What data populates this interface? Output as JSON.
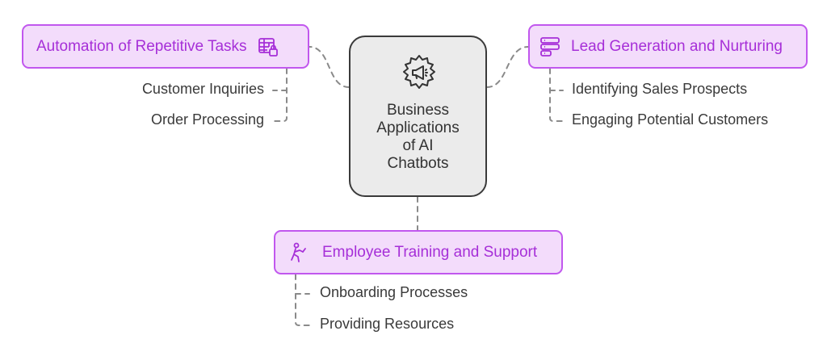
{
  "center": {
    "title_lines": [
      "Business",
      "Applications",
      "of AI",
      "Chatbots"
    ],
    "icon": "gear-megaphone-icon"
  },
  "topics": {
    "automation": {
      "label": "Automation of Repetitive Tasks",
      "icon": "table-lock-icon",
      "items": [
        "Customer Inquiries",
        "Order Processing"
      ]
    },
    "lead": {
      "label": "Lead Generation and Nurturing",
      "icon": "stacked-list-icon",
      "items": [
        "Identifying Sales Prospects",
        "Engaging Potential Customers"
      ]
    },
    "employee": {
      "label": "Employee Training and Support",
      "icon": "person-climbing-icon",
      "items": [
        "Onboarding Processes",
        "Providing Resources"
      ]
    }
  },
  "colors": {
    "accent": "#c157ee",
    "accent_text": "#a62fd8",
    "topic_fill": "#f3dcfb",
    "center_fill": "#ebebeb",
    "center_border": "#3a3a3a",
    "connector": "#8a8a8a",
    "text": "#3a3a3a"
  }
}
